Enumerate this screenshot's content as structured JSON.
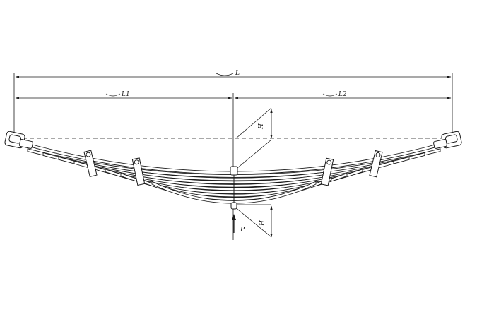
{
  "drawing": {
    "subject": "leaf-spring",
    "leaf_count": 10,
    "line_color": "#1a1a1a",
    "background": "#ffffff"
  },
  "dimensions": {
    "total_length": "L",
    "left_length": "L1",
    "right_length": "L2",
    "height_top": "H",
    "height_bottom": "H",
    "load": "P"
  }
}
